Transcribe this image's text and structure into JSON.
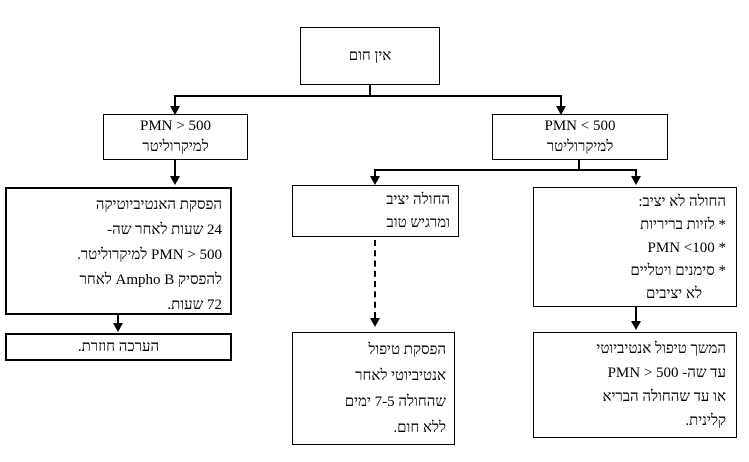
{
  "chart": {
    "root": {
      "label": "אין חום"
    },
    "left": {
      "condition": {
        "line1": "PMN > 500",
        "line2": "למיקרוליטר"
      },
      "action": {
        "line1": "הפסקת האנטיביוטיקה",
        "line2": "24 שעות לאחר שה-",
        "line3": "PMN > 500 למיקרוליטר.",
        "line4": "להפסיק Ampho B לאחר",
        "line5": "72 שעות."
      },
      "followup": {
        "line1": "הערכה חוזרת."
      }
    },
    "middle": {
      "condition": {
        "line1": "החולה יציב",
        "line2": "ומרגיש טוב"
      },
      "action": {
        "line1": "הפסקת טיפול",
        "line2": "אנטיביוטי לאחר",
        "line3": "שהחולה 7-5 ימים",
        "line4": "ללא חום."
      }
    },
    "right": {
      "condition": {
        "line1": "PMN < 500",
        "line2": "למיקרוליטר"
      },
      "status": {
        "line1": "החולה לא יציב:",
        "line2": "* לזיות בריריות",
        "line3": "* ‪PMN <100‬",
        "line4": "* סימנים ויטליים",
        "line5": "לא יציבים"
      },
      "action": {
        "line1": "המשך טיפול אנטיביוטי",
        "line2": "עד שה- PMN > 500",
        "line3": "או עד שהחולה הבריא",
        "line4": "קלינית."
      }
    }
  }
}
